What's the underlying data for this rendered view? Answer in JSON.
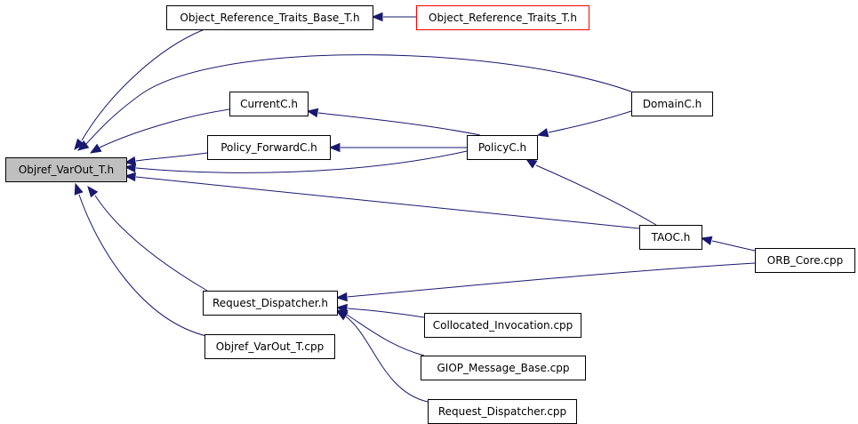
{
  "nodes": [
    {
      "id": "objref_varout_t_h",
      "label": "Objref_VarOut_T.h",
      "style": "focus"
    },
    {
      "id": "object_reference_traits_base_t_h",
      "label": "Object_Reference_Traits_Base_T.h",
      "style": "normal"
    },
    {
      "id": "object_reference_traits_t_h",
      "label": "Object_Reference_Traits_T.h",
      "style": "undocumented"
    },
    {
      "id": "currentc_h",
      "label": "CurrentC.h",
      "style": "normal"
    },
    {
      "id": "policy_forwardc_h",
      "label": "Policy_ForwardC.h",
      "style": "normal"
    },
    {
      "id": "policyc_h",
      "label": "PolicyC.h",
      "style": "normal"
    },
    {
      "id": "domainc_h",
      "label": "DomainC.h",
      "style": "normal"
    },
    {
      "id": "taoc_h",
      "label": "TAOC.h",
      "style": "normal"
    },
    {
      "id": "orb_core_cpp",
      "label": "ORB_Core.cpp",
      "style": "normal"
    },
    {
      "id": "request_dispatcher_h",
      "label": "Request_Dispatcher.h",
      "style": "normal"
    },
    {
      "id": "objref_varout_t_cpp",
      "label": "Objref_VarOut_T.cpp",
      "style": "normal"
    },
    {
      "id": "collocated_invocation_cpp",
      "label": "Collocated_Invocation.cpp",
      "style": "normal"
    },
    {
      "id": "giop_message_base_cpp",
      "label": "GIOP_Message_Base.cpp",
      "style": "normal"
    },
    {
      "id": "request_dispatcher_cpp",
      "label": "Request_Dispatcher.cpp",
      "style": "normal"
    }
  ],
  "edges": [
    {
      "from": "object_reference_traits_base_t_h",
      "to": "objref_varout_t_h"
    },
    {
      "from": "object_reference_traits_t_h",
      "to": "object_reference_traits_base_t_h"
    },
    {
      "from": "domainc_h",
      "to": "objref_varout_t_h"
    },
    {
      "from": "currentc_h",
      "to": "objref_varout_t_h"
    },
    {
      "from": "policy_forwardc_h",
      "to": "objref_varout_t_h"
    },
    {
      "from": "policyc_h",
      "to": "objref_varout_t_h"
    },
    {
      "from": "taoc_h",
      "to": "objref_varout_t_h"
    },
    {
      "from": "request_dispatcher_h",
      "to": "objref_varout_t_h"
    },
    {
      "from": "objref_varout_t_cpp",
      "to": "objref_varout_t_h"
    },
    {
      "from": "policyc_h",
      "to": "currentc_h"
    },
    {
      "from": "policyc_h",
      "to": "policy_forwardc_h"
    },
    {
      "from": "domainc_h",
      "to": "policyc_h"
    },
    {
      "from": "taoc_h",
      "to": "policyc_h"
    },
    {
      "from": "orb_core_cpp",
      "to": "taoc_h"
    },
    {
      "from": "orb_core_cpp",
      "to": "request_dispatcher_h"
    },
    {
      "from": "collocated_invocation_cpp",
      "to": "request_dispatcher_h"
    },
    {
      "from": "giop_message_base_cpp",
      "to": "request_dispatcher_h"
    },
    {
      "from": "request_dispatcher_cpp",
      "to": "request_dispatcher_h"
    }
  ],
  "colors": {
    "edge": "#191970",
    "node_border": "#000000",
    "focus_fill": "#bfbfbf",
    "undocumented_border": "#ff0000"
  }
}
